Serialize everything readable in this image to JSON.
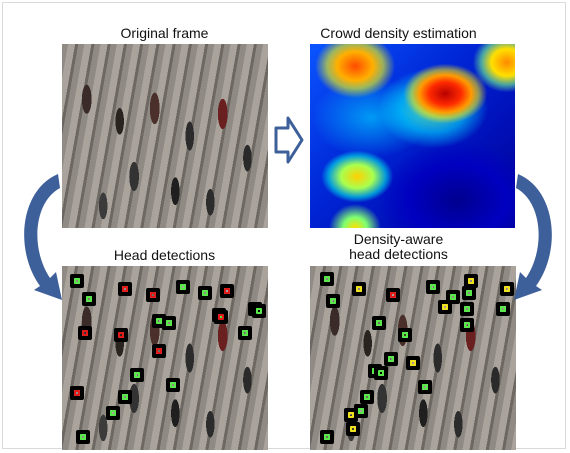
{
  "titles": {
    "original": "Original frame",
    "density": "Crowd density estimation",
    "head": "Head detections",
    "aware": "Density-aware\nhead detections"
  },
  "panels": {
    "original": "crowd scene",
    "density": "density heatmap",
    "head": "crowd scene",
    "aware": "crowd scene"
  },
  "colors": {
    "green": "#58ea4a",
    "red": "#e21a1a",
    "yellow": "#f2e21c",
    "arrow": "#3d5f9a"
  },
  "detections": {
    "head": [
      "green",
      "green",
      "red",
      "red",
      "green",
      "green",
      "red",
      "green",
      "green",
      "green",
      "green",
      "red",
      "red",
      "green",
      "red",
      "green",
      "red",
      "green",
      "green",
      "red",
      "green",
      "green",
      "green"
    ],
    "aware": [
      "green",
      "green",
      "yellow",
      "red",
      "green",
      "green",
      "green",
      "yellow",
      "yellow",
      "green",
      "yellow",
      "green",
      "green",
      "green",
      "green",
      "green",
      "yellow",
      "green",
      "green",
      "green",
      "green",
      "yellow",
      "green",
      "yellow",
      "green"
    ]
  }
}
